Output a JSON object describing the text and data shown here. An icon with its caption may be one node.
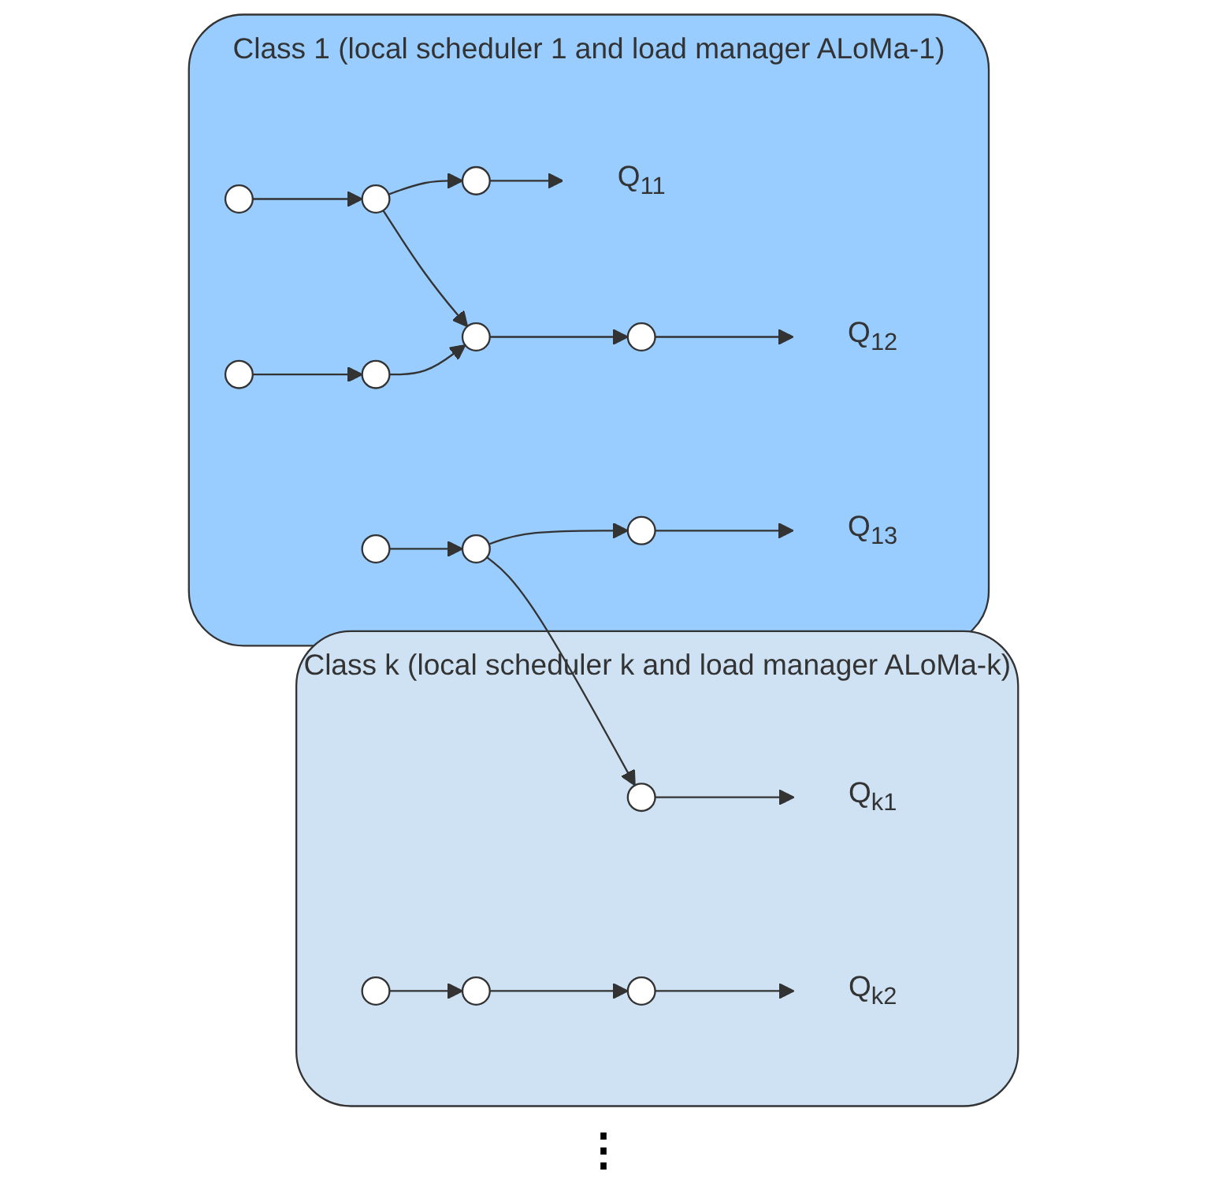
{
  "diagram": {
    "nodes": [
      {
        "text": [
          "Class 1 (local scheduler 1 and load manager ALoMa-1)"
        ]
      },
      {
        "text": [],
        "shape": "circle",
        "in": 0
      },
      {
        "text": [],
        "shape": "circle",
        "in": 0
      },
      {
        "text": [],
        "shape": "circle",
        "in": 0
      },
      {
        "text": [
          "Q$_{11}$"
        ],
        "in": 0
      },
      {
        "text": [],
        "shape": "circle",
        "in": 0
      },
      {
        "text": [],
        "shape": "circle",
        "in": 0
      },
      {
        "text": [],
        "shape": "circle",
        "in": 0
      },
      {
        "text": [],
        "shape": "circle",
        "in": 0
      },
      {
        "text": [
          "Q$_{12}$"
        ],
        "in": 0
      },
      {
        "text": [],
        "shape": "circle",
        "in": 0
      },
      {
        "text": [],
        "shape": "circle",
        "in": 0
      },
      {
        "text": [],
        "shape": "circle",
        "in": 0
      },
      {
        "text": [
          "Q$_{13}$"
        ],
        "in": 0
      },
      {
        "text": [
          "Class k (local scheduler k and load manager ALoMa-k)"
        ]
      },
      {
        "text": [],
        "shape": "circle",
        "in": 14
      },
      {
        "text": [
          "Q$_{k1}$"
        ],
        "in": 14
      },
      {
        "text": [],
        "shape": "circle",
        "in": 14
      },
      {
        "text": [],
        "shape": "circle",
        "in": 14
      },
      {
        "text": [],
        "shape": "circle",
        "in": 14
      },
      {
        "text": [
          "Q$_{k2}$"
        ],
        "in": 14
      }
    ],
    "edges": [
      {
        "from": 1,
        "to": 2,
        "arrow": "to"
      },
      {
        "from": 2,
        "to": 3,
        "arrow": "to"
      },
      {
        "from": 3,
        "to": 4,
        "arrow": "to"
      },
      {
        "from": 2,
        "to": 7,
        "arrow": "to"
      },
      {
        "from": 5,
        "to": 6,
        "arrow": "to"
      },
      {
        "from": 6,
        "to": 7,
        "arrow": "to"
      },
      {
        "from": 7,
        "to": 8,
        "arrow": "to"
      },
      {
        "from": 8,
        "to": 9,
        "arrow": "to"
      },
      {
        "from": 10,
        "to": 11,
        "arrow": "to"
      },
      {
        "from": 11,
        "to": 12,
        "arrow": "to"
      },
      {
        "from": 12,
        "to": 13,
        "arrow": "to"
      },
      {
        "from": 11,
        "to": 15,
        "arrow": "to"
      },
      {
        "from": 15,
        "to": 16,
        "arrow": "to"
      },
      {
        "from": 17,
        "to": 18,
        "arrow": "to"
      },
      {
        "from": 18,
        "to": 19,
        "arrow": "to"
      },
      {
        "from": 19,
        "to": 20,
        "arrow": "to"
      }
    ],
    "labels": [
      "⋮"
    ]
  }
}
